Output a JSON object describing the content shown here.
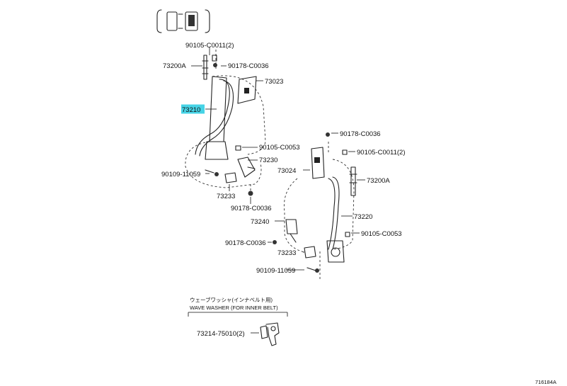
{
  "callouts": {
    "p1": "90105-C0011(2)",
    "p2": "73200A",
    "p3": "90178-C0036",
    "p4": "73023",
    "p5": "73210",
    "p6": "90105-C0053",
    "p7": "73230",
    "p8": "90109-11059",
    "p9": "73233",
    "p10": "90178-C0036",
    "p11": "90178-C0036",
    "p12": "90105-C0011(2)",
    "p13": "73024",
    "p14": "73200A",
    "p15": "73220",
    "p16": "73240",
    "p17": "90105-C0053",
    "p18": "90178-C0036",
    "p19": "73233",
    "p20": "90109-11059",
    "p21": "73214-75010(2)"
  },
  "note": {
    "jp": "ウェーブワッシャ(インナベルト用)",
    "en": "WAVE WASHER (FOR INNER BELT)"
  },
  "figure_code": "716184A",
  "highlight_color": "#46d3e6"
}
